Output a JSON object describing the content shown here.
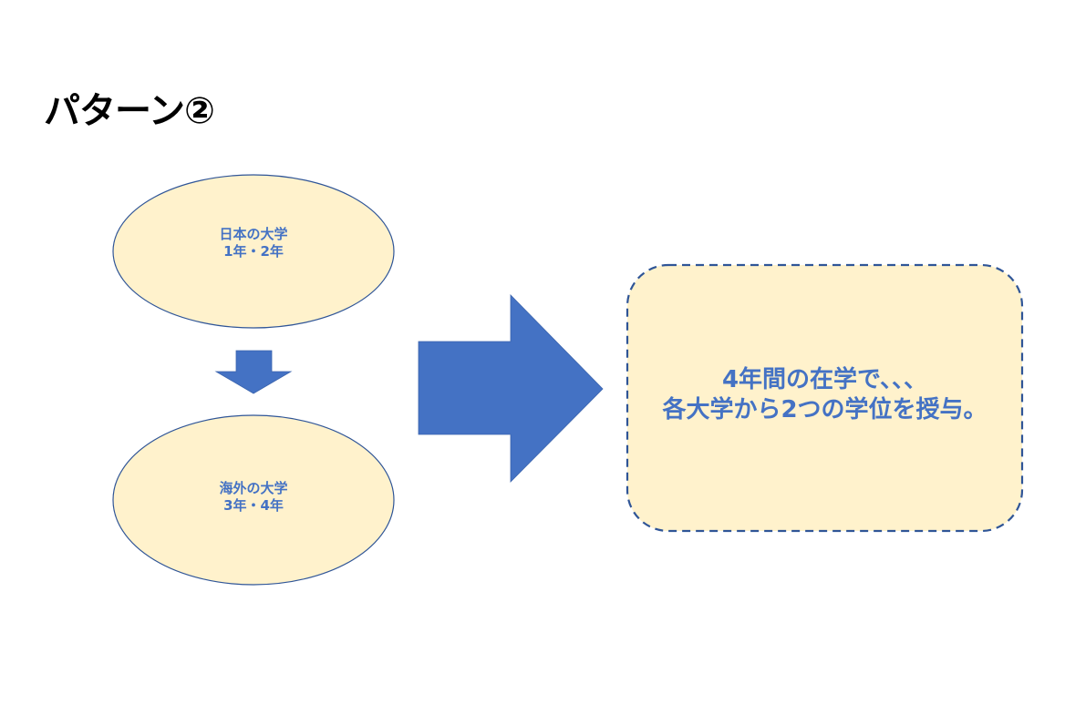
{
  "title": "パターン②",
  "colors": {
    "shape_fill": "#fff2cc",
    "shape_stroke": "#2f5597",
    "arrow_fill": "#4472c4",
    "text": "#4472c4",
    "title_text": "#000000"
  },
  "stages": [
    {
      "lines": [
        "日本の大学",
        "1年・2年"
      ]
    },
    {
      "lines": [
        "海外の大学",
        "3年・4年"
      ]
    }
  ],
  "result": {
    "lines": [
      "4年間の在学で、、、",
      "各大学から2つの学位を授与。"
    ]
  },
  "connectors": {
    "between_stages": "down-arrow",
    "to_result": "right-arrow"
  }
}
